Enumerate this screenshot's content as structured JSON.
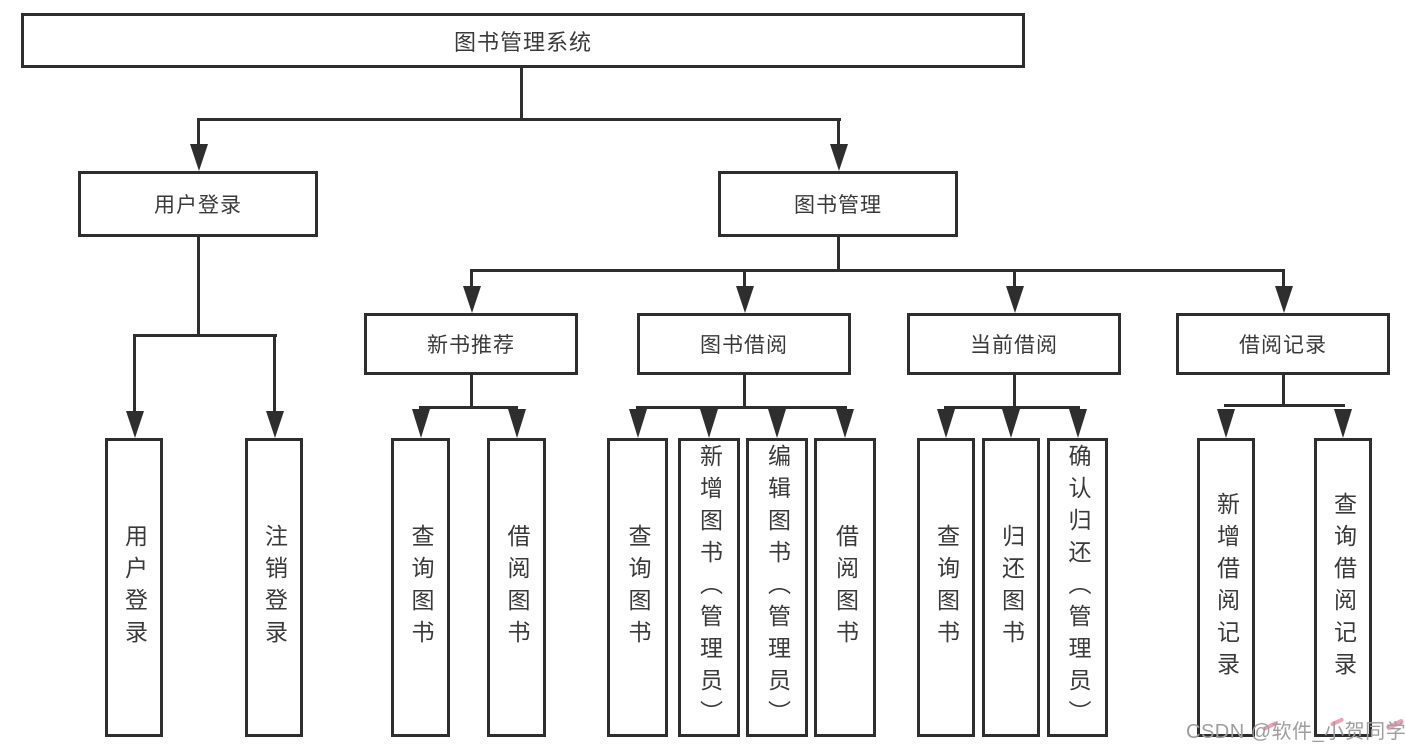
{
  "diagram": {
    "title": "图书管理系统",
    "level2": [
      {
        "label": "用户登录"
      },
      {
        "label": "图书管理"
      }
    ],
    "level3": [
      {
        "label": "新书推荐"
      },
      {
        "label": "图书借阅"
      },
      {
        "label": "当前借阅"
      },
      {
        "label": "借阅记录"
      }
    ],
    "leaves_login": [
      {
        "label": "用户登录"
      },
      {
        "label": "注销登录"
      }
    ],
    "leaves_newbook": [
      {
        "label": "查询图书"
      },
      {
        "label": "借阅图书"
      }
    ],
    "leaves_borrow": [
      {
        "label": "查询图书"
      },
      {
        "label": "新增图书（管理员）"
      },
      {
        "label": "编辑图书（管理员）"
      },
      {
        "label": "借阅图书"
      }
    ],
    "leaves_current": [
      {
        "label": "查询图书"
      },
      {
        "label": "归还图书"
      },
      {
        "label": "确认归还（管理员）"
      }
    ],
    "leaves_records": [
      {
        "label": "新增借阅记录"
      },
      {
        "label": "查询借阅记录"
      }
    ]
  },
  "watermark": {
    "text": "CSDN @软件_小贺同学"
  },
  "colors": {
    "line": "#2e2e2e",
    "text": "#3a3a3a",
    "background": "#ffffff",
    "watermark_gray": "#9e9e9e",
    "watermark_pink": "#f2a0b5"
  }
}
